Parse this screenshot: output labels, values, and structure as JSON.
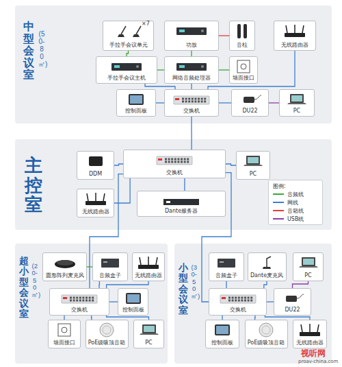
{
  "diagram": {
    "nodes": [
      {
        "text": [
          "中型会议室",
          "(50-80㎡)"
        ]
      },
      {
        "text": [
          "手拉手会议单元"
        ],
        "in": 0
      },
      {
        "text": [
          "功放"
        ],
        "in": 0
      },
      {
        "text": [
          "音柱"
        ],
        "in": 0
      },
      {
        "text": [
          "无线路由器"
        ],
        "in": 0
      },
      {
        "text": [
          "手拉手会议主机"
        ],
        "in": 0
      },
      {
        "text": [
          "网络音频处理器"
        ],
        "in": 0
      },
      {
        "text": [
          "墙面接口"
        ],
        "in": 0
      },
      {
        "text": [
          "控制面板"
        ],
        "in": 0
      },
      {
        "text": [
          "交换机"
        ],
        "in": 0
      },
      {
        "text": [
          "DU22"
        ],
        "in": 0
      },
      {
        "text": [
          "PC"
        ],
        "in": 0
      },
      {
        "text": [
          "主控室"
        ]
      },
      {
        "text": [
          "DDM"
        ],
        "in": 12
      },
      {
        "text": [
          "交换机"
        ],
        "in": 12
      },
      {
        "text": [
          "PC"
        ],
        "in": 12
      },
      {
        "text": [
          "无线路由器"
        ],
        "in": 12
      },
      {
        "text": [
          "Dante服务器"
        ],
        "in": 12
      },
      {
        "text": [
          "超小型会议室",
          "(20-50㎡)"
        ]
      },
      {
        "text": [
          "圆形阵列麦克风"
        ],
        "in": 18
      },
      {
        "text": [
          "音频盒子"
        ],
        "in": 18
      },
      {
        "text": [
          "无线路由器"
        ],
        "in": 18
      },
      {
        "text": [
          "交换机"
        ],
        "in": 18
      },
      {
        "text": [
          "控制面板"
        ],
        "in": 18
      },
      {
        "text": [
          "墙面接口"
        ],
        "in": 18
      },
      {
        "text": [
          "PoE级吸顶音箱"
        ],
        "in": 18
      },
      {
        "text": [
          "PC"
        ],
        "in": 18
      },
      {
        "text": [
          "小型会议室",
          "(30-50㎡)"
        ]
      },
      {
        "text": [
          "音频盒子"
        ],
        "in": 27
      },
      {
        "text": [
          "Dante麦克风"
        ],
        "in": 27
      },
      {
        "text": [
          "PC"
        ],
        "in": 27
      },
      {
        "text": [
          "交换机"
        ],
        "in": 27
      },
      {
        "text": [
          "DU22"
        ],
        "in": 27
      },
      {
        "text": [
          "控制面板"
        ],
        "in": 27
      },
      {
        "text": [
          "PoE级吸顶音箱"
        ],
        "in": 27
      },
      {
        "text": [
          "无线路由器"
        ],
        "in": 27
      }
    ],
    "edges": [
      {
        "from": 1,
        "to": 5,
        "arrow": "none"
      },
      {
        "from": 5,
        "to": 6,
        "arrow": "none"
      },
      {
        "from": 2,
        "to": 6,
        "arrow": "none"
      },
      {
        "from": 2,
        "to": 3,
        "arrow": "none"
      },
      {
        "from": 6,
        "to": 7,
        "arrow": "none"
      },
      {
        "from": 9,
        "to": 8,
        "arrow": "none"
      },
      {
        "from": 9,
        "to": 5,
        "arrow": "none"
      },
      {
        "from": 9,
        "to": 6,
        "arrow": "none"
      },
      {
        "from": 9,
        "to": 10,
        "arrow": "none"
      },
      {
        "from": 10,
        "to": 11,
        "arrow": "none"
      },
      {
        "from": 4,
        "to": 9,
        "arrow": "none"
      },
      {
        "from": 9,
        "to": 14,
        "arrow": "none"
      },
      {
        "from": 14,
        "to": 13,
        "arrow": "none"
      },
      {
        "from": 14,
        "to": 15,
        "arrow": "none"
      },
      {
        "from": 14,
        "to": 16,
        "arrow": "none"
      },
      {
        "from": 14,
        "to": 17,
        "arrow": "none"
      },
      {
        "from": 14,
        "to": 22,
        "arrow": "none"
      },
      {
        "from": 14,
        "to": 31,
        "arrow": "none"
      },
      {
        "from": 19,
        "to": 20,
        "arrow": "none"
      },
      {
        "from": 20,
        "to": 22,
        "arrow": "none"
      },
      {
        "from": 21,
        "to": 22,
        "arrow": "none"
      },
      {
        "from": 22,
        "to": 23,
        "arrow": "none"
      },
      {
        "from": 22,
        "to": 24,
        "arrow": "none"
      },
      {
        "from": 22,
        "to": 25,
        "arrow": "none"
      },
      {
        "from": 22,
        "to": 26,
        "arrow": "none"
      },
      {
        "from": 28,
        "to": 31,
        "arrow": "none"
      },
      {
        "from": 29,
        "to": 31,
        "arrow": "none"
      },
      {
        "from": 32,
        "to": 30,
        "arrow": "none"
      },
      {
        "from": 31,
        "to": 32,
        "arrow": "none"
      },
      {
        "from": 31,
        "to": 33,
        "arrow": "none"
      },
      {
        "from": 31,
        "to": 34,
        "arrow": "none"
      },
      {
        "from": 31,
        "to": 35,
        "arrow": "none"
      }
    ],
    "labels": [
      "×7",
      "图例:",
      "视听网",
      "proav-china.com"
    ],
    "legend": [
      {
        "text": "音频线",
        "color": "#3aa935"
      },
      {
        "text": "网线",
        "color": "#3f7fd0"
      },
      {
        "text": "音箱线",
        "color": "#e0403a"
      },
      {
        "text": "USB线",
        "color": "#8a3fa8"
      }
    ]
  }
}
